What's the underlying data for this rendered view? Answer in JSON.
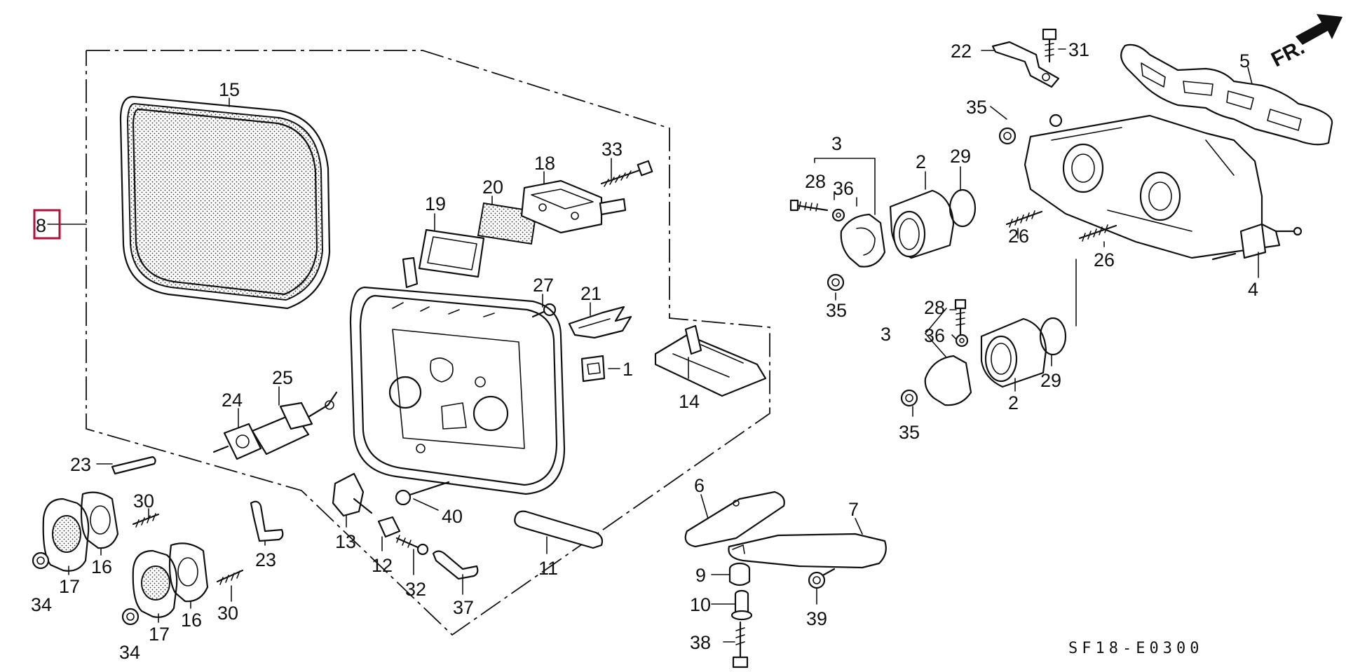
{
  "diagram": {
    "direction_label": "FR.",
    "drawing_code": "SF18-E0300",
    "highlighted_callout": "8",
    "highlight_color": "#b0103a",
    "ink_color": "#111111",
    "callouts": {
      "c1": "1",
      "c2a": "2",
      "c2b": "2",
      "c3a": "3",
      "c3b": "3",
      "c4": "4",
      "c5": "5",
      "c6": "6",
      "c7": "7",
      "c9": "9",
      "c10": "10",
      "c11": "11",
      "c12": "12",
      "c13": "13",
      "c14": "14",
      "c15": "15",
      "c16a": "16",
      "c16b": "16",
      "c17a": "17",
      "c17b": "17",
      "c18": "18",
      "c19": "19",
      "c20": "20",
      "c21": "21",
      "c22": "22",
      "c23a": "23",
      "c23b": "23",
      "c24": "24",
      "c25": "25",
      "c26a": "26",
      "c26b": "26",
      "c27": "27",
      "c28a": "28",
      "c28b": "28",
      "c29a": "29",
      "c29b": "29",
      "c30a": "30",
      "c30b": "30",
      "c31": "31",
      "c32": "32",
      "c33": "33",
      "c34a": "34",
      "c34b": "34",
      "c35a": "35",
      "c35b": "35",
      "c35c": "35",
      "c36a": "36",
      "c36b": "36",
      "c37": "37",
      "c38": "38",
      "c39": "39",
      "c40": "40"
    }
  }
}
